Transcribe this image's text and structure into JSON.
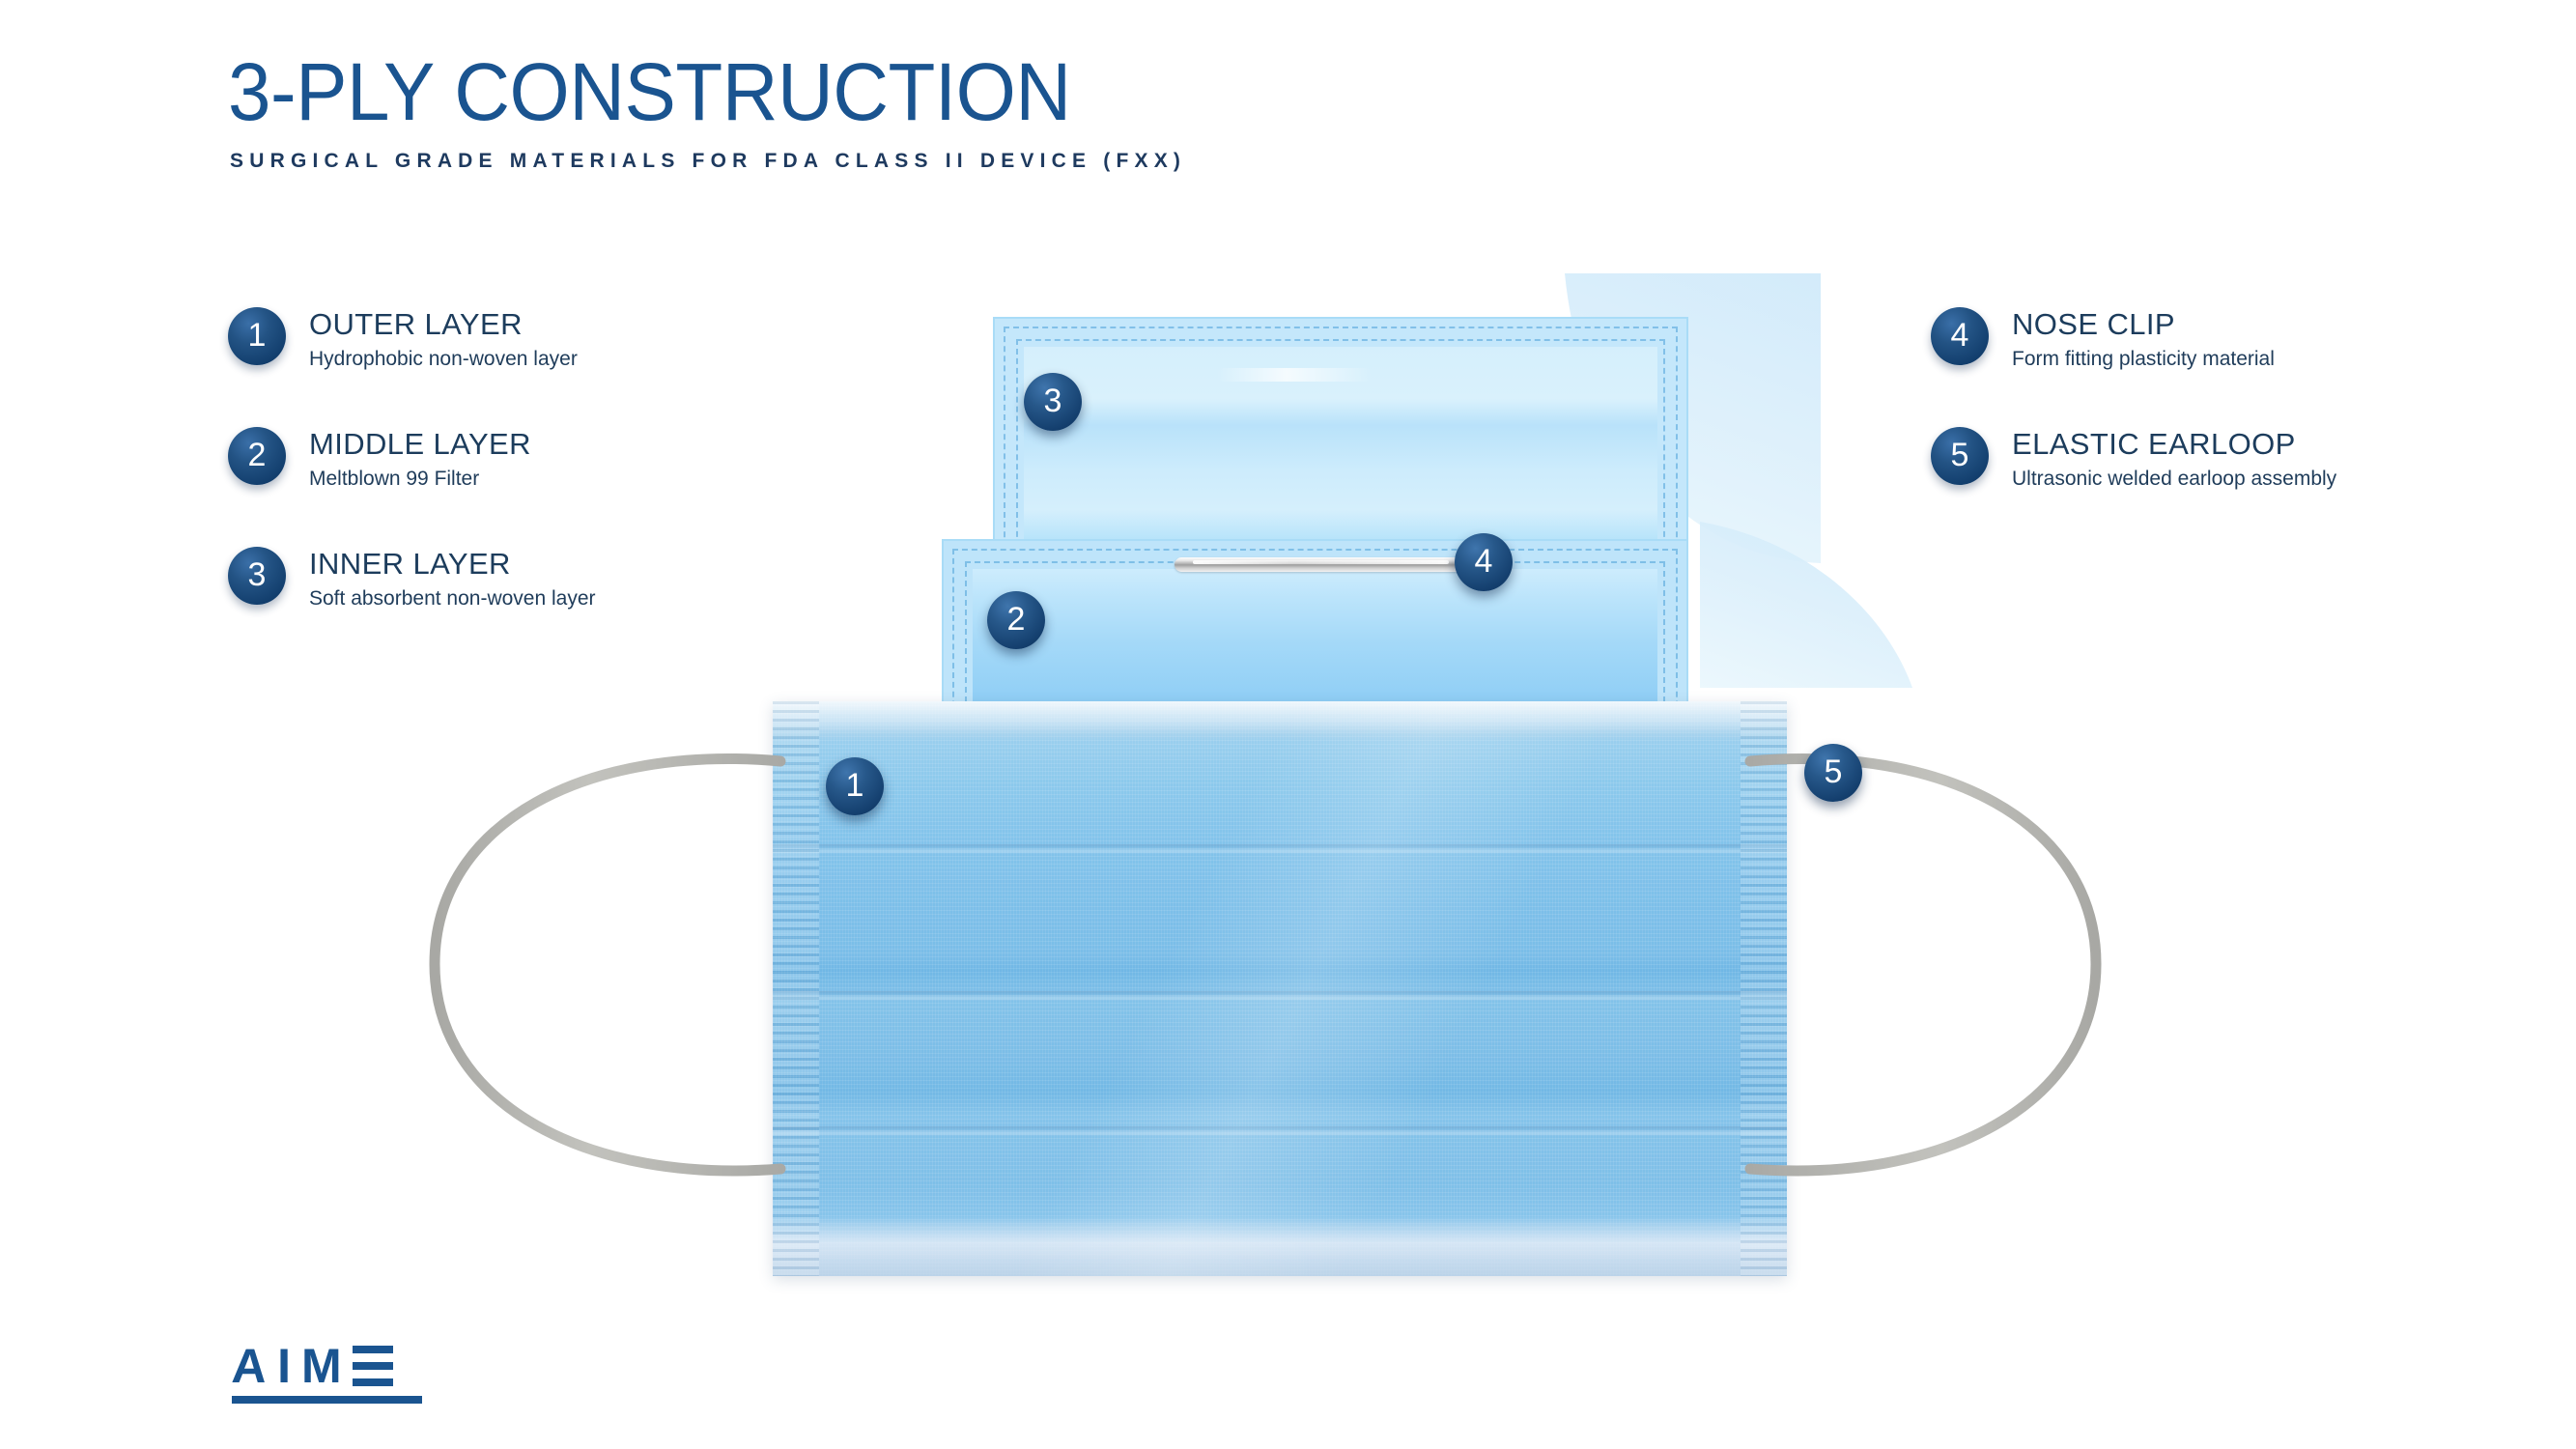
{
  "header": {
    "title": "3-PLY CONSTRUCTION",
    "subtitle": "SURGICAL GRADE MATERIALS FOR FDA CLASS II DEVICE (FXX)"
  },
  "colors": {
    "title_blue": "#1a5490",
    "subtitle_navy": "#1e3a5f",
    "badge_navy": "#123e6d",
    "mask_blue": "#7ebfe9",
    "ply_light_blue": "#bfe4fa",
    "earloop_grey": "#b0b0ae",
    "nose_clip_silver": "#9f9f9f",
    "wedge_pale_blue": "#d9f0fc",
    "background": "#ffffff"
  },
  "legend_left": [
    {
      "number": "1",
      "title": "OUTER LAYER",
      "description": "Hydrophobic non-woven layer"
    },
    {
      "number": "2",
      "title": "MIDDLE LAYER",
      "description": "Meltblown 99 Filter"
    },
    {
      "number": "3",
      "title": "INNER LAYER",
      "description": "Soft absorbent non-woven layer"
    }
  ],
  "legend_right": [
    {
      "number": "4",
      "title": "NOSE CLIP",
      "description": "Form fitting plasticity material"
    },
    {
      "number": "5",
      "title": "ELASTIC EARLOOP",
      "description": "Ultrasonic welded earloop assembly"
    }
  ],
  "illustration": {
    "callouts": [
      {
        "number": "1",
        "target": "outer-layer"
      },
      {
        "number": "2",
        "target": "middle-layer"
      },
      {
        "number": "3",
        "target": "inner-layer"
      },
      {
        "number": "4",
        "target": "nose-clip"
      },
      {
        "number": "5",
        "target": "elastic-earloop"
      }
    ]
  },
  "logo": {
    "letters": [
      "A",
      "I",
      "M"
    ],
    "wordmark": "AIME"
  }
}
